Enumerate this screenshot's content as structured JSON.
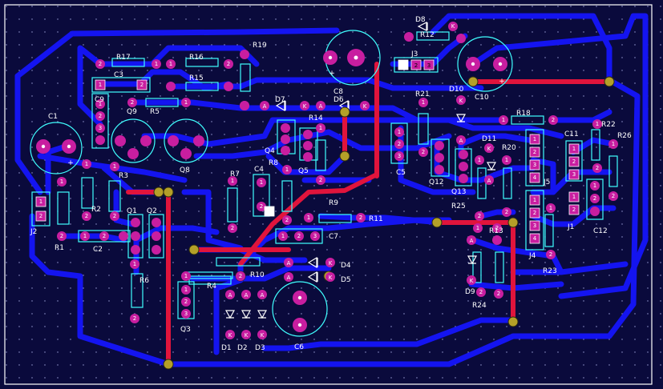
{
  "colors": {
    "background": "#0a0a3c",
    "grid": "#9aa0d8",
    "bottom_trace": "#1414f0",
    "top_trace": "#e0143c",
    "pad": "#c81ea0",
    "pad_hole": "#ffffff",
    "silk": "#40ffff",
    "via": "#b4a028",
    "label": "#ffffff",
    "border": "#ffffff"
  },
  "labels": {
    "C1": "C1",
    "C2": "C2",
    "C3": "C3",
    "C4": "C4",
    "C5": "C5",
    "C6": "C6",
    "C7": "C7",
    "C8": "C8",
    "C9": "C9",
    "C10": "C10",
    "C11": "C11",
    "C12": "C12",
    "R1": "R1",
    "R2": "R2",
    "R3": "R3",
    "R4": "R4",
    "R5": "R5",
    "R6": "R6",
    "R7": "R7",
    "R8": "R8",
    "R9": "R9",
    "R10": "R10",
    "R11": "R11",
    "R12": "R12",
    "R13": "R13",
    "R14": "R14",
    "R15": "R15",
    "R16": "R16",
    "R17": "R17",
    "R18": "R18",
    "R19": "R19",
    "R20": "R20",
    "R21": "R21",
    "R22": "R22",
    "R23": "R23",
    "R24": "R24",
    "R25": "R25",
    "R26": "R26",
    "Q1": "Q1",
    "Q2": "Q2",
    "Q3": "Q3",
    "Q4": "Q4",
    "Q5": "Q5",
    "Q8": "Q8",
    "Q9": "Q9",
    "Q12": "Q12",
    "Q13": "Q13",
    "D1": "D1",
    "D2": "D2",
    "D3": "D3",
    "D4": "D4",
    "D5": "D5",
    "D6": "D6",
    "D7": "D7",
    "D8": "D8",
    "D9": "D9",
    "D10": "D10",
    "D11": "D11",
    "J1": "J1",
    "J2": "J2",
    "J3": "J3",
    "J4": "J4",
    "J5": "J5"
  },
  "pins": {
    "one": "1",
    "two": "2",
    "three": "3",
    "four": "4",
    "anode": "A",
    "cathode": "K",
    "plus": "+"
  }
}
